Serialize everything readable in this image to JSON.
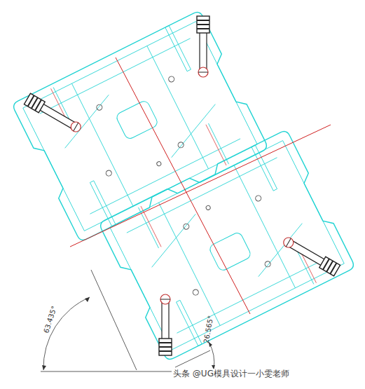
{
  "diagram": {
    "labels": [
      "63.435°",
      "26.565°",
      "头条 @UG模具设计一小雯老师"
    ]
  }
}
